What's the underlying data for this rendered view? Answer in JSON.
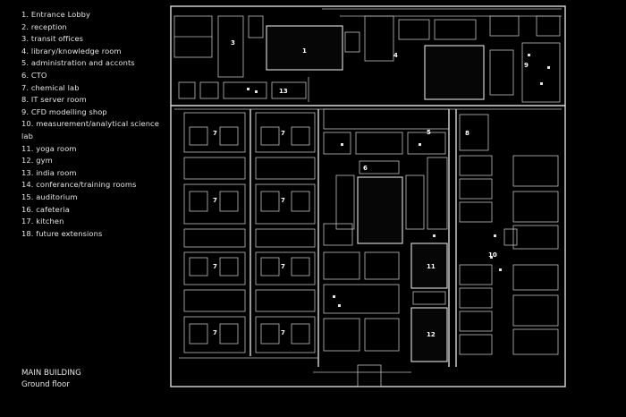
{
  "legend": [
    "1. Entrance Lobby",
    "2. reception",
    "3. transit offices",
    "4. library/knowledge room",
    "5. administration and acconts",
    "6. CTO",
    "7. chemical lab",
    "8. IT server room",
    "9. CFD modelling shop",
    "10. measurement/analytical science lab",
    "11. yoga room",
    "12. gym",
    "13. india room",
    "14. conferance/training rooms",
    "15. auditorium",
    "16. cafeteria",
    "17. kitchen",
    "18. future extensions"
  ],
  "caption": {
    "line1": "MAIN BUILDING",
    "line2": "Ground floor"
  },
  "plan": {
    "line_color": "#d9d9d9",
    "background": "#000000",
    "room_numbers": [
      "1",
      "3",
      "4",
      "5",
      "6",
      "7",
      "8",
      "9",
      "10",
      "11",
      "12",
      "13"
    ]
  }
}
